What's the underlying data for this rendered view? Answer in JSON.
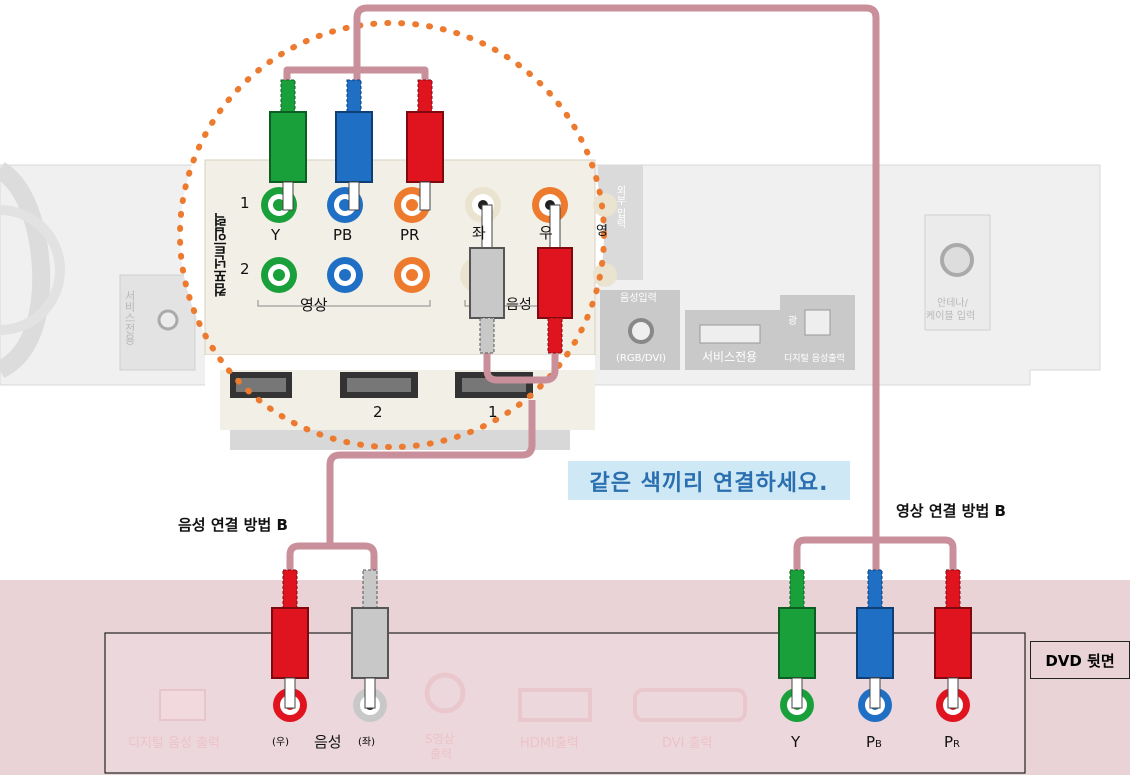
{
  "hint": "같은 색끼리 연결하세요.",
  "audio_method": "음성 연결 방법 B",
  "video_method": "영상 연결 방법 B",
  "dvd_tag": "DVD 뒷면",
  "tv": {
    "component_input": "컴포넌트입력",
    "row1": "1",
    "row2": "2",
    "y": "Y",
    "pb": "PB",
    "pr": "PR",
    "left": "좌",
    "right": "우",
    "video": "영상",
    "audio": "음성",
    "hdmi2": "2",
    "hdmi1": "1",
    "audio_input": "음성입력",
    "rgb_dvi": "(RGB/DVI)",
    "service_only": "서비스전용",
    "digital_audio_out": "디지털 음성출력",
    "optical": "광",
    "antenna_1": "안테나/",
    "antenna_2": "케이블 입력",
    "service_side": "서비스전용",
    "video_vertical": "영",
    "av_input": "외부 입력"
  },
  "dvd": {
    "digital_audio_out": "디지털 음성 출력",
    "right": "(우)",
    "audio": "음성",
    "left": "(좌)",
    "svideo_1": "S영상",
    "svideo_2": "출력",
    "hdmi_out": "HDMI출력",
    "dvi_out": "DVI 출력",
    "y": "Y",
    "pb_main": "P",
    "pb_sub": "B",
    "pr_main": "P",
    "pr_sub": "R"
  },
  "colors": {
    "cable": "#c98f9b",
    "green": "#1aa03a",
    "blue": "#1f6fc4",
    "red": "#e0141e",
    "gray": "#c8c8c8",
    "orange": "#ee7a2e",
    "dot": "#ec7a2f",
    "dvd_panel": "#e9d3d7"
  }
}
